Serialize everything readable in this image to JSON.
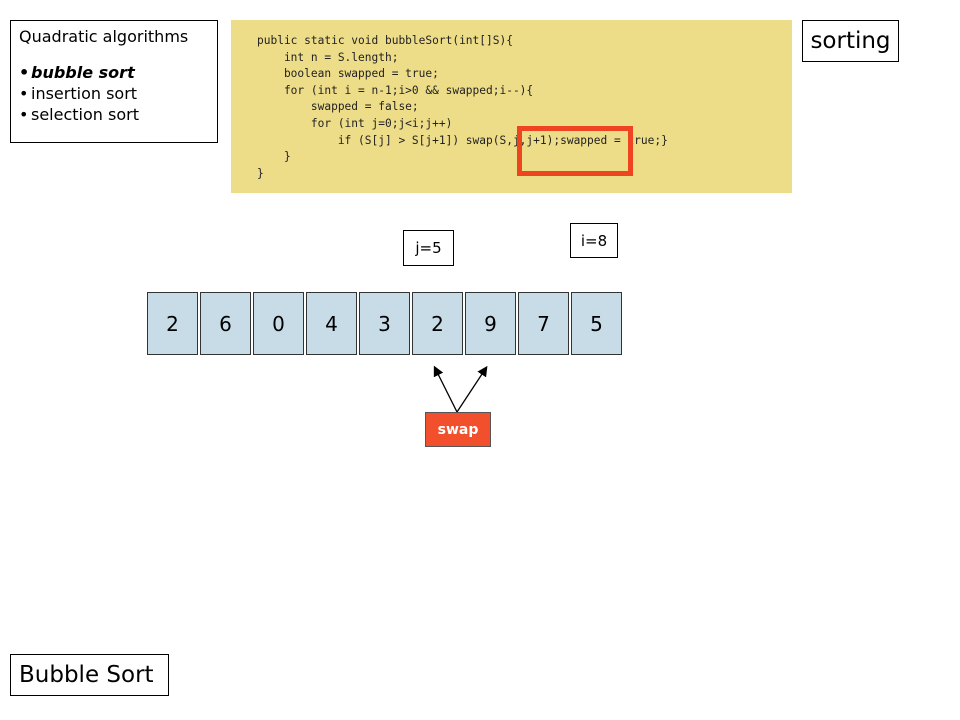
{
  "algorithms": {
    "heading": "Quadratic algorithms",
    "items": [
      {
        "label": "bubble sort",
        "active": true
      },
      {
        "label": "insertion sort",
        "active": false
      },
      {
        "label": "selection sort",
        "active": false
      }
    ]
  },
  "code": {
    "lines": [
      "public static void bubbleSort(int[]S){",
      "    int n = S.length;",
      "    boolean swapped = true;",
      "    for (int i = n-1;i>0 && swapped;i--){",
      "        swapped = false;",
      "        for (int j=0;j<i;j++)",
      "            if (S[j] > S[j+1]) swap(S,j,j+1);swapped = true;}",
      "    }",
      "}"
    ],
    "highlighted": "swap(S,j,j+1);",
    "highlight_color": "#ee4422",
    "background": "#eedd88"
  },
  "topic_tag": "sorting",
  "counters": {
    "j": "j=5",
    "i": "i=8"
  },
  "array": {
    "values": [
      "2",
      "6",
      "0",
      "4",
      "3",
      "2",
      "9",
      "7",
      "5"
    ],
    "cell_color": "#c8dce8"
  },
  "swap": {
    "label": "swap",
    "color": "#f2502d"
  },
  "title": "Bubble Sort"
}
